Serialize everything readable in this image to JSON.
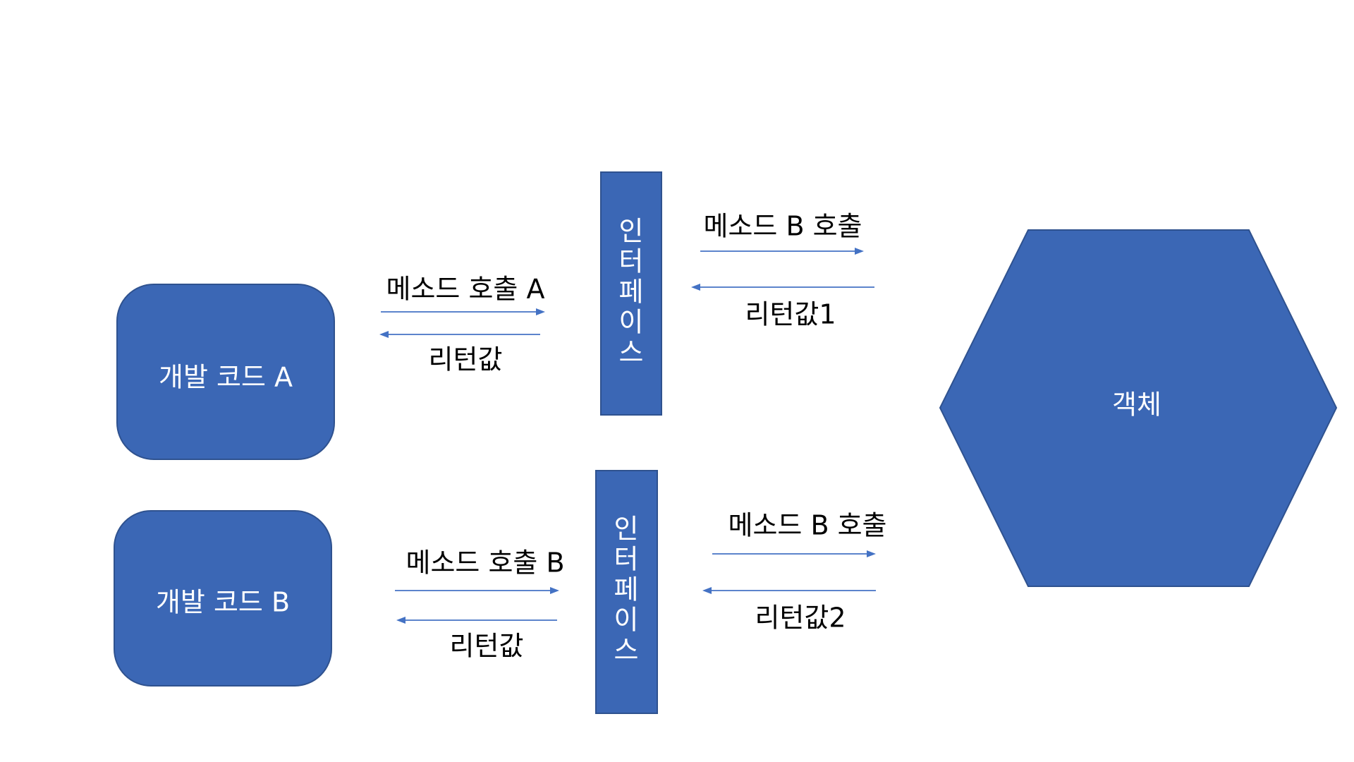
{
  "colors": {
    "shape_fill": "#3B67B5",
    "shape_stroke": "#2F528F",
    "arrow": "#4472C4",
    "label_dark": "#000000",
    "label_light": "#ffffff"
  },
  "nodes": {
    "dev_code_a": {
      "label": "개발 코드 A"
    },
    "dev_code_b": {
      "label": "개발 코드 B"
    },
    "interface_top": {
      "label": "인터페이스",
      "chars": [
        "인",
        "터",
        "페",
        "이",
        "스"
      ]
    },
    "interface_bottom": {
      "label": "인터페이스",
      "chars": [
        "인",
        "터",
        "페",
        "이",
        "스"
      ]
    },
    "object": {
      "label": "객체"
    }
  },
  "edges": {
    "call_a": {
      "label": "메소드 호출 A"
    },
    "return_a": {
      "label": "리턴값"
    },
    "call_b": {
      "label": "메소드 호출 B"
    },
    "return_b": {
      "label": "리턴값"
    },
    "top_call_object": {
      "label": "메소드 B 호출"
    },
    "top_return_object": {
      "label": "리턴값1"
    },
    "bottom_call_object": {
      "label": "메소드 B 호출"
    },
    "bottom_return_object": {
      "label": "리턴값2"
    }
  }
}
